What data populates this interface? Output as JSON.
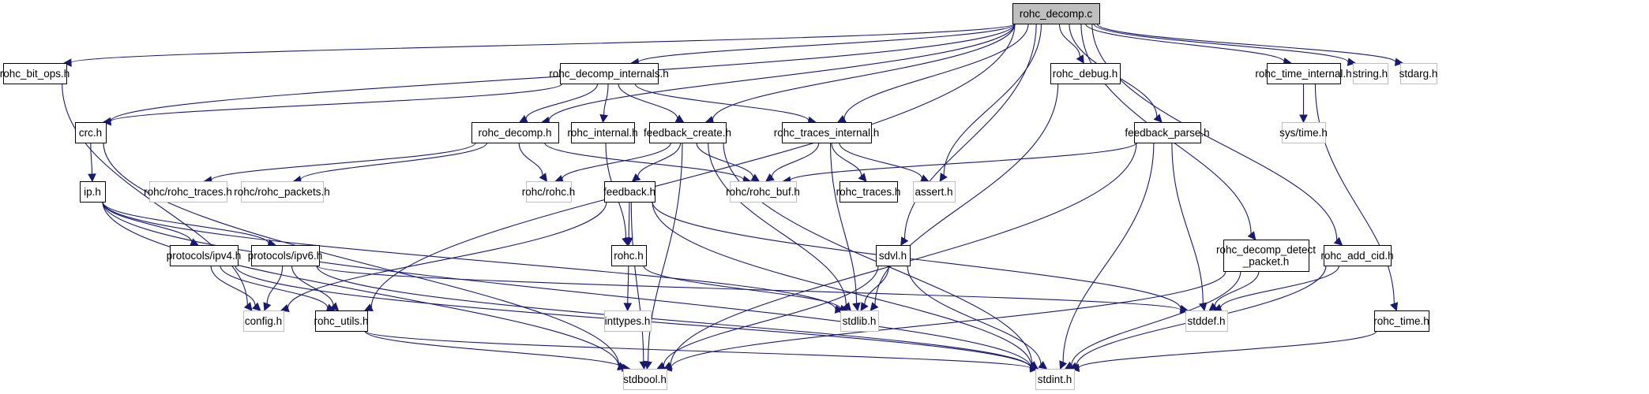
{
  "title": "Include dependency graph for rohc_decomp.c",
  "colors": {
    "edge": "#191970",
    "root_fill": "#bfbfbf",
    "documented_border": "#000000",
    "external_border": "#bfbfbf"
  },
  "nodes": [
    {
      "id": "rohc_decomp_c",
      "label": [
        "rohc_decomp.c"
      ],
      "kind": "root"
    },
    {
      "id": "rohc_bit_ops_h",
      "label": [
        "rohc_bit_ops.h"
      ],
      "kind": "documented"
    },
    {
      "id": "rohc_decomp_internals_h",
      "label": [
        "rohc_decomp_internals.h"
      ],
      "kind": "documented"
    },
    {
      "id": "rohc_debug_h",
      "label": [
        "rohc_debug.h"
      ],
      "kind": "documented"
    },
    {
      "id": "rohc_time_internal_h",
      "label": [
        "rohc_time_internal.h"
      ],
      "kind": "documented"
    },
    {
      "id": "string_h",
      "label": [
        "string.h"
      ],
      "kind": "external"
    },
    {
      "id": "stdarg_h",
      "label": [
        "stdarg.h"
      ],
      "kind": "external"
    },
    {
      "id": "crc_h",
      "label": [
        "crc.h"
      ],
      "kind": "documented"
    },
    {
      "id": "rohc_decomp_h",
      "label": [
        "rohc_decomp.h"
      ],
      "kind": "documented"
    },
    {
      "id": "rohc_internal_h",
      "label": [
        "rohc_internal.h"
      ],
      "kind": "documented"
    },
    {
      "id": "feedback_create_h",
      "label": [
        "feedback_create.h"
      ],
      "kind": "documented"
    },
    {
      "id": "rohc_traces_internal_h",
      "label": [
        "rohc_traces_internal.h"
      ],
      "kind": "documented"
    },
    {
      "id": "feedback_parse_h",
      "label": [
        "feedback_parse.h"
      ],
      "kind": "documented"
    },
    {
      "id": "sys_time_h",
      "label": [
        "sys/time.h"
      ],
      "kind": "external"
    },
    {
      "id": "ip_h",
      "label": [
        "ip.h"
      ],
      "kind": "documented"
    },
    {
      "id": "rohc_rohc_traces_h",
      "label": [
        "rohc/rohc_traces.h"
      ],
      "kind": "external"
    },
    {
      "id": "rohc_rohc_packets_h",
      "label": [
        "rohc/rohc_packets.h"
      ],
      "kind": "external"
    },
    {
      "id": "rohc_rohc_h",
      "label": [
        "rohc/rohc.h"
      ],
      "kind": "external"
    },
    {
      "id": "feedback_h",
      "label": [
        "feedback.h"
      ],
      "kind": "documented"
    },
    {
      "id": "rohc_rohc_buf_h",
      "label": [
        "rohc/rohc_buf.h"
      ],
      "kind": "external"
    },
    {
      "id": "rohc_traces_h",
      "label": [
        "rohc_traces.h"
      ],
      "kind": "documented"
    },
    {
      "id": "assert_h",
      "label": [
        "assert.h"
      ],
      "kind": "external"
    },
    {
      "id": "protocols_ipv4_h",
      "label": [
        "protocols/ipv4.h"
      ],
      "kind": "documented"
    },
    {
      "id": "protocols_ipv6_h",
      "label": [
        "protocols/ipv6.h"
      ],
      "kind": "documented"
    },
    {
      "id": "rohc_h",
      "label": [
        "rohc.h"
      ],
      "kind": "documented"
    },
    {
      "id": "sdvl_h",
      "label": [
        "sdvl.h"
      ],
      "kind": "documented"
    },
    {
      "id": "rohc_decomp_detect_packet_h",
      "label": [
        "rohc_decomp_detect",
        "_packet.h"
      ],
      "kind": "documented"
    },
    {
      "id": "rohc_add_cid_h",
      "label": [
        "rohc_add_cid.h"
      ],
      "kind": "documented"
    },
    {
      "id": "config_h",
      "label": [
        "config.h"
      ],
      "kind": "external"
    },
    {
      "id": "rohc_utils_h",
      "label": [
        "rohc_utils.h"
      ],
      "kind": "documented"
    },
    {
      "id": "inttypes_h",
      "label": [
        "inttypes.h"
      ],
      "kind": "external"
    },
    {
      "id": "stdlib_h",
      "label": [
        "stdlib.h"
      ],
      "kind": "external"
    },
    {
      "id": "stddef_h",
      "label": [
        "stddef.h"
      ],
      "kind": "external"
    },
    {
      "id": "rohc_time_h",
      "label": [
        "rohc_time.h"
      ],
      "kind": "documented"
    },
    {
      "id": "stdbool_h",
      "label": [
        "stdbool.h"
      ],
      "kind": "external"
    },
    {
      "id": "stdint_h",
      "label": [
        "stdint.h"
      ],
      "kind": "external"
    }
  ],
  "edges": [
    [
      "rohc_decomp_c",
      "rohc_bit_ops_h"
    ],
    [
      "rohc_decomp_c",
      "crc_h"
    ],
    [
      "rohc_decomp_c",
      "rohc_decomp_internals_h"
    ],
    [
      "rohc_decomp_c",
      "rohc_decomp_h"
    ],
    [
      "rohc_decomp_c",
      "rohc_utils_h"
    ],
    [
      "rohc_decomp_c",
      "feedback_create_h"
    ],
    [
      "rohc_decomp_c",
      "rohc_traces_internal_h"
    ],
    [
      "rohc_decomp_c",
      "assert_h"
    ],
    [
      "rohc_decomp_c",
      "rohc_debug_h"
    ],
    [
      "rohc_decomp_c",
      "sdvl_h"
    ],
    [
      "rohc_decomp_c",
      "feedback_parse_h"
    ],
    [
      "rohc_decomp_c",
      "rohc_decomp_detect_packet_h"
    ],
    [
      "rohc_decomp_c",
      "rohc_add_cid_h"
    ],
    [
      "rohc_decomp_c",
      "rohc_time_internal_h"
    ],
    [
      "rohc_decomp_c",
      "string_h"
    ],
    [
      "rohc_decomp_c",
      "stdarg_h"
    ],
    [
      "rohc_bit_ops_h",
      "config_h"
    ],
    [
      "crc_h",
      "ip_h"
    ],
    [
      "crc_h",
      "stdbool_h"
    ],
    [
      "ip_h",
      "protocols_ipv4_h"
    ],
    [
      "ip_h",
      "protocols_ipv6_h"
    ],
    [
      "ip_h",
      "stdlib_h"
    ],
    [
      "ip_h",
      "stdint_h"
    ],
    [
      "ip_h",
      "stdbool_h"
    ],
    [
      "protocols_ipv4_h",
      "config_h"
    ],
    [
      "protocols_ipv4_h",
      "rohc_utils_h"
    ],
    [
      "protocols_ipv4_h",
      "stdint_h"
    ],
    [
      "protocols_ipv6_h",
      "config_h"
    ],
    [
      "protocols_ipv6_h",
      "rohc_utils_h"
    ],
    [
      "protocols_ipv6_h",
      "stdint_h"
    ],
    [
      "protocols_ipv6_h",
      "stddef_h"
    ],
    [
      "rohc_utils_h",
      "stdint_h"
    ],
    [
      "rohc_utils_h",
      "stdbool_h"
    ],
    [
      "rohc_decomp_internals_h",
      "crc_h"
    ],
    [
      "rohc_decomp_internals_h",
      "rohc_decomp_h"
    ],
    [
      "rohc_decomp_internals_h",
      "rohc_internal_h"
    ],
    [
      "rohc_decomp_internals_h",
      "feedback_create_h"
    ],
    [
      "rohc_decomp_internals_h",
      "rohc_traces_internal_h"
    ],
    [
      "rohc_decomp_h",
      "rohc_rohc_traces_h"
    ],
    [
      "rohc_decomp_h",
      "rohc_rohc_packets_h"
    ],
    [
      "rohc_decomp_h",
      "rohc_rohc_h"
    ],
    [
      "rohc_decomp_h",
      "rohc_rohc_buf_h"
    ],
    [
      "rohc_internal_h",
      "rohc_h"
    ],
    [
      "feedback_create_h",
      "rohc_rohc_h"
    ],
    [
      "feedback_create_h",
      "feedback_h"
    ],
    [
      "feedback_create_h",
      "rohc_rohc_buf_h"
    ],
    [
      "feedback_create_h",
      "stdbool_h"
    ],
    [
      "feedback_create_h",
      "stdlib_h"
    ],
    [
      "feedback_create_h",
      "stdint_h"
    ],
    [
      "feedback_h",
      "rohc_h"
    ],
    [
      "feedback_h",
      "config_h"
    ],
    [
      "feedback_h",
      "stdbool_h"
    ],
    [
      "feedback_h",
      "stdint_h"
    ],
    [
      "feedback_h",
      "stddef_h"
    ],
    [
      "rohc_h",
      "inttypes_h"
    ],
    [
      "rohc_h",
      "stdlib_h"
    ],
    [
      "rohc_traces_internal_h",
      "rohc_rohc_buf_h"
    ],
    [
      "rohc_traces_internal_h",
      "rohc_traces_h"
    ],
    [
      "rohc_traces_internal_h",
      "assert_h"
    ],
    [
      "rohc_traces_internal_h",
      "stdlib_h"
    ],
    [
      "rohc_debug_h",
      "stdlib_h"
    ],
    [
      "feedback_parse_h",
      "rohc_rohc_buf_h"
    ],
    [
      "feedback_parse_h",
      "stdbool_h"
    ],
    [
      "feedback_parse_h",
      "stdint_h"
    ],
    [
      "feedback_parse_h",
      "stddef_h"
    ],
    [
      "sdvl_h",
      "stdlib_h"
    ],
    [
      "sdvl_h",
      "stdbool_h"
    ],
    [
      "sdvl_h",
      "stdint_h"
    ],
    [
      "rohc_decomp_detect_packet_h",
      "stddef_h"
    ],
    [
      "rohc_decomp_detect_packet_h",
      "stdbool_h"
    ],
    [
      "rohc_decomp_detect_packet_h",
      "stdint_h"
    ],
    [
      "rohc_add_cid_h",
      "stddef_h"
    ],
    [
      "rohc_add_cid_h",
      "stdint_h"
    ],
    [
      "rohc_time_internal_h",
      "sys_time_h"
    ],
    [
      "rohc_time_internal_h",
      "rohc_time_h"
    ],
    [
      "rohc_time_h",
      "stdint_h"
    ]
  ]
}
